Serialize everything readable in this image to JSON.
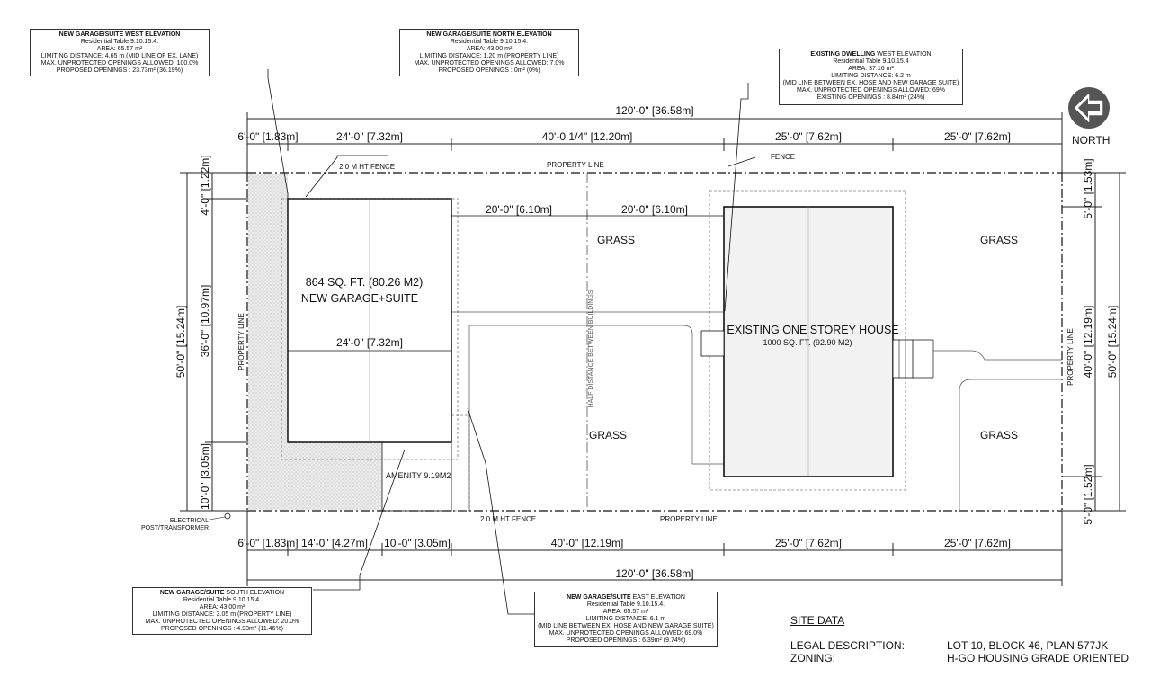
{
  "dims": {
    "top_overall": "120'-0\" [36.58m]",
    "top_seg1": "6'-0\" [1.83m]",
    "top_seg2": "24'-0\" [7.32m]",
    "top_seg3": "40'-0 1/4\" [12.20m]",
    "top_seg4": "25'-0\" [7.62m]",
    "top_seg5": "25'-0\" [7.62m]",
    "bot_seg1": "6'-0\" [1.83m]",
    "bot_seg2": "14'-0\" [4.27m]",
    "bot_seg3": "10'-0\" [3.05m]",
    "bot_seg4": "40'-0\" [12.19m]",
    "bot_seg5": "25'-0\" [7.62m]",
    "bot_seg6": "25'-0\" [7.62m]",
    "bot_overall": "120'-0\" [36.58m]",
    "left_overall": "50'-0\" [15.24m]",
    "left_top": "4'-0\" [1.22m]",
    "left_mid": "36'-0\" [10.97m]",
    "left_bot": "10'-0\" [3.05m]",
    "right_overall": "50'-0\" [15.24m]",
    "right_top": "5'-0\" [1.53m]",
    "right_mid": "40'-0\" [12.19m]",
    "right_bot": "5'-0\" [1.52m]",
    "inner_20_left": "20'-0\" [6.10m]",
    "inner_20_right": "20'-0\" [6.10m]",
    "garage_width": "24'-0\" [7.32m]"
  },
  "labels": {
    "fence_top": "2.0 M HT FENCE",
    "fence_bottom": "2.0 M HT FENCE",
    "property_line_top": "PROPERTY LINE",
    "property_line_bottom": "PROPERTY LINE",
    "property_line_left": "PROPERTY LINE",
    "property_line_right": "PROPERTY LINE",
    "fence": "FENCE",
    "north": "NORTH",
    "garage_area": "864 SQ. FT. (80.26 M2)",
    "garage_name": "NEW GARAGE+SUITE",
    "house_name": "EXISTING ONE STOREY HOUSE",
    "house_area": "1000 SQ. FT. (92.90 M2)",
    "grass_1": "GRASS",
    "grass_2": "GRASS",
    "grass_3": "GRASS",
    "grass_4": "GRASS",
    "half_distance": "HALF DISTANCE BETWEEN BUILDINGS",
    "amenity": "AMENITY 9.19M2",
    "electrical_1": "ELECTRICAL",
    "electrical_2": "POST/TRANSFORMER"
  },
  "notes": {
    "west": {
      "title": "NEW GARAGE/SUITE WEST ELEVATION",
      "l1": "Residential Table 9.10.15.4.",
      "l2": "AREA: 65.57 m²",
      "l3": "LIMITING DISTANCE: 4.65 m (MID LINE OF EX. LANE)",
      "l4": "MAX. UNPROTECTED OPENINGS ALLOWED: 100.0%",
      "l5": "PROPOSED OPENINGS : 23.73m² (36.19%)"
    },
    "north": {
      "title": "NEW GARAGE/SUITE NORTH ELEVATION",
      "l1": "Residential Table 9.10.15.4.",
      "l2": "AREA: 43.00 m²",
      "l3": "LIMITING DISTANCE: 1.20 m (PROPERTY LINE)",
      "l4": "MAX. UNPROTECTED OPENINGS ALLOWED: 7.0%",
      "l5": "PROPOSED OPENINGS : 0m² (0%)"
    },
    "dwelling": {
      "title_bold": "EXISTING DWELLING",
      "title_rest": " WEST ELEVATION",
      "l1": "Residential Table 9.10.15.4",
      "l2": "AREA: 37.16 m²",
      "l3": "LIMITING DISTANCE: 6.2 m",
      "l4": "(MID LINE BETWEEN EX. HOSE AND NEW GARAGE SUITE)",
      "l5": "MAX. UNPROTECTED OPENINGS ALLOWED: 69%",
      "l6": "EXISTING OPENINGS : 8.84m² (24%)"
    },
    "south": {
      "title_bold": "NEW GARAGE/SUITE",
      "title_rest": " SOUTH ELEVATION",
      "l1": "Residential Table 9.10.15.4.",
      "l2": "AREA: 43.00 m²",
      "l3": "LIMITING DISTANCE: 3.05 m (PROPERTY LINE)",
      "l4": "MAX. UNPROTECTED OPENINGS ALLOWED: 20.0%",
      "l5": "PROPOSED OPENINGS : 4.93m² (11.46%)"
    },
    "east": {
      "title_bold": "NEW GARAGE/SUITE",
      "title_rest": " EAST ELEVATION",
      "l1": "Residential Table 9.10.15.4.",
      "l2": "AREA: 65.57 m²",
      "l3": "LIMITING DISTANCE: 6.1 m",
      "l4": "(MID LINE BETWEEN EX. HOSE AND NEW GARAGE SUITE)",
      "l5": "MAX. UNPROTECTED OPENINGS ALLOWED: 69.0%",
      "l6": "PROPOSED OPENINGS : 6.39m² (9.74%)"
    }
  },
  "site_data": {
    "header": "SITE DATA",
    "legal_key": "LEGAL DESCRIPTION:",
    "legal_value": "LOT 10, BLOCK 46, PLAN 577JK",
    "zoning_key": "ZONING:",
    "zoning_value": "H-GO HOUSING GRADE ORIENTED"
  }
}
